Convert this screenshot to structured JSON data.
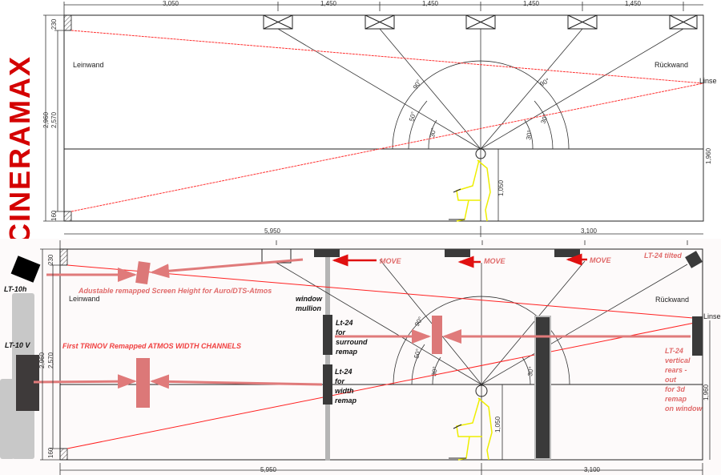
{
  "logo": {
    "text": "CINERAMAX",
    "color": "#d40000"
  },
  "top": {
    "dims_top": [
      "3,050",
      "1,450",
      "1,450",
      "1,450",
      "1,450"
    ],
    "dims_left": {
      "total": "2,960",
      "screen": "2,570",
      "top": "230",
      "bottom": "160"
    },
    "dims_bottom": [
      "5,950",
      "3,100"
    ],
    "dims_right": "1,960",
    "ear_height": "1,050",
    "angles": [
      "90°",
      "50°",
      "30°",
      "90°",
      "30°",
      "30°"
    ],
    "labels": {
      "screen": "Leinwand",
      "rear": "Rückwand",
      "lens": "Linse"
    }
  },
  "bottom": {
    "dims_left": {
      "total": "2,960",
      "screen": "2,570",
      "top": "230",
      "bottom": "160"
    },
    "dims_bottom": [
      "5,950",
      "3,100"
    ],
    "dims_right": "1,960",
    "ear_height": "1,050",
    "angles": [
      "90°",
      "50°",
      "30°",
      "30°"
    ],
    "labels": {
      "screen": "Leinwand",
      "rear": "Rückwand",
      "lens": "Linse"
    },
    "notes": {
      "lt10h": "LT-10h",
      "lt10v": "LT-10 V",
      "height": "Adustable remapped Screen Height for Auro/DTS-Atmos",
      "width_channels": "First TRINOV Remapped ATMOS WIDTH CHANNELS",
      "mullion": [
        "window",
        "mullion"
      ],
      "surround": [
        "Lt-24",
        "for",
        "surround",
        "remap"
      ],
      "width": [
        "Lt-24",
        "for",
        "width",
        "remap"
      ],
      "move": "MOVE",
      "tilted": "LT-24 tilted",
      "rear": [
        "LT-24",
        "vertical",
        "rears -",
        "out",
        "for 3d",
        "remap",
        "on window"
      ]
    }
  }
}
